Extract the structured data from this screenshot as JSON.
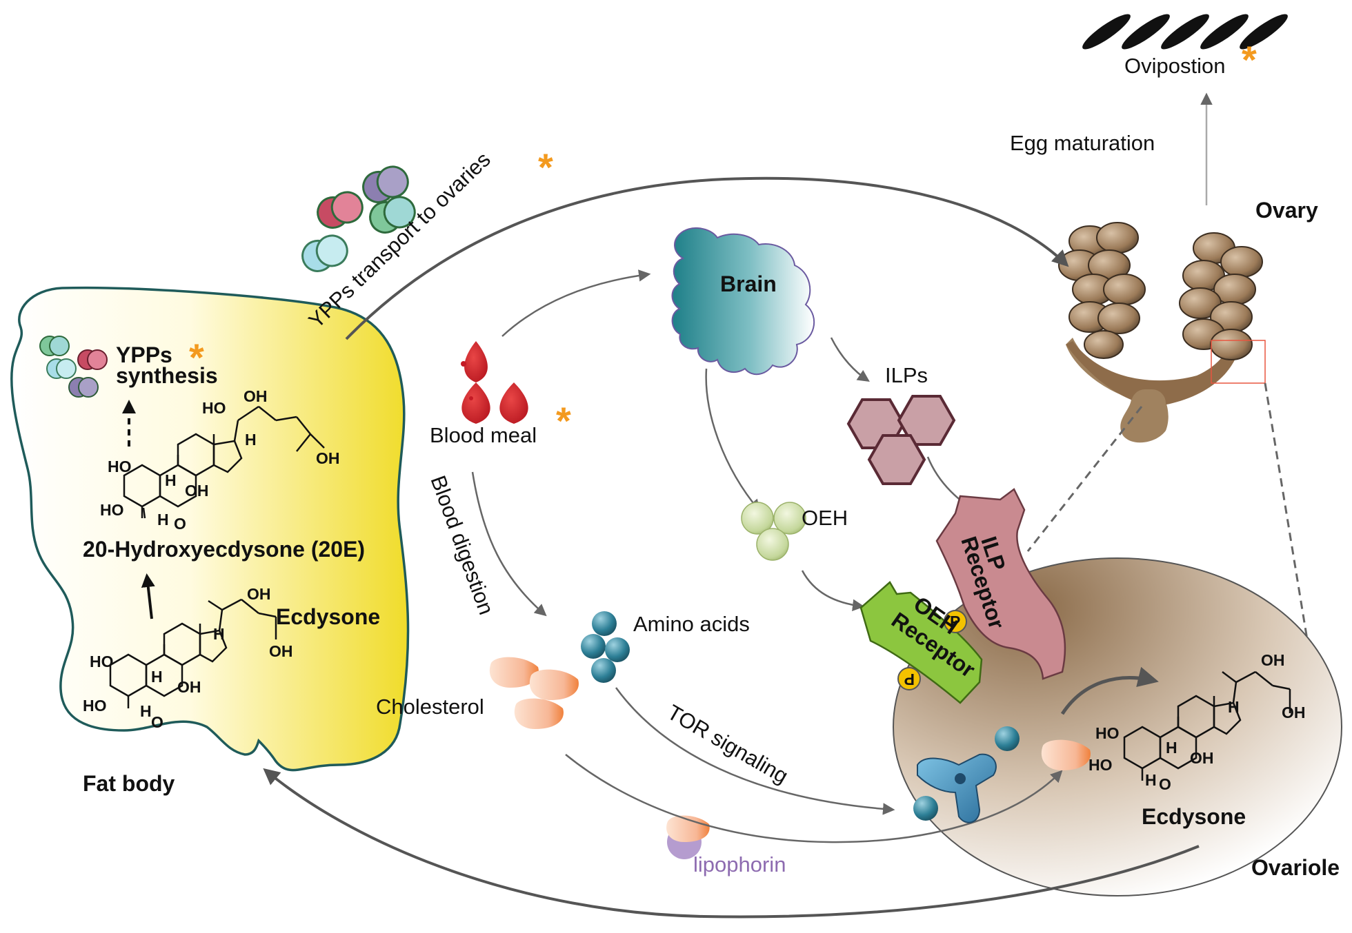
{
  "labels": {
    "oviposition": "Ovipostion",
    "egg_maturation": "Egg maturation",
    "ovary": "Ovary",
    "ypps_transport": "YPPs transport to ovaries",
    "brain": "Brain",
    "ilps": "ILPs",
    "blood_meal": "Blood meal",
    "blood_digestion": "Blood digestion",
    "oeh": "OEH",
    "amino_acids": "Amino acids",
    "cholesterol": "Cholesterol",
    "tor_signaling": "TOR signaling",
    "lipophorin": "lipophorin",
    "ilp_receptor_line1": "ILP",
    "ilp_receptor_line2": "Receptor",
    "oeh_receptor_line1": "OEH",
    "oeh_receptor_line2": "Receptor",
    "phospho": "P",
    "ypps_line1": "YPPs",
    "ypps_line2": "synthesis",
    "hydroxyecdysone": "20-Hydroxyecdysone (20E)",
    "ecdysone_fat": "Ecdysone",
    "ecdysone_ovariole": "Ecdysone",
    "fat_body": "Fat body",
    "ovariole": "Ovariole",
    "star": "*"
  },
  "chemistry": {
    "ho": "HO",
    "oh": "OH",
    "h": "H",
    "o": "O"
  },
  "colors": {
    "star": "#f39a1f",
    "fat_body_fill": "#f3e33a",
    "brain_fill": "#2a8a93",
    "ilp_hex": "#b8838a",
    "oeh_receptor": "#8cc63f",
    "ilp_receptor": "#c98a90",
    "lipophorin_text": "#8d6bb0",
    "ovary_brown": "#8b6a4a",
    "arrow_gray": "#666666"
  }
}
